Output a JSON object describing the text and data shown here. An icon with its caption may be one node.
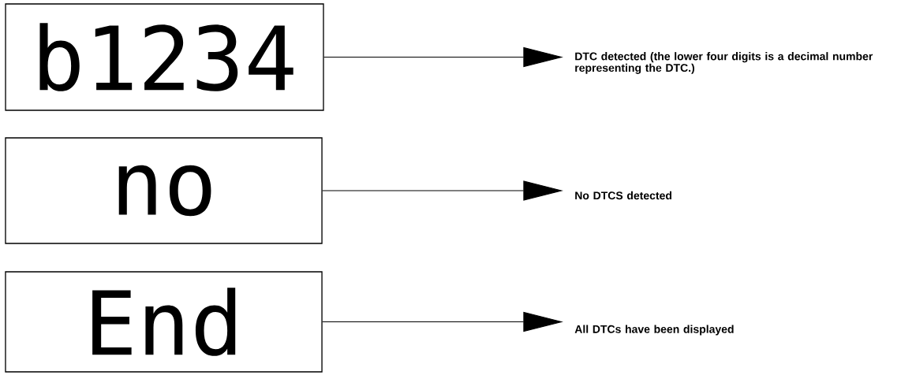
{
  "diagram": {
    "nodes": [
      {
        "text": [
          "b1234"
        ]
      },
      {
        "text": [
          "no"
        ]
      },
      {
        "text": [
          "End"
        ]
      },
      {
        "text": [
          "DTC detected (the lower four digits is a decimal number representing the DTC.)"
        ]
      },
      {
        "text": [
          "No DTCS detected"
        ]
      },
      {
        "text": [
          "All DTCs have been displayed"
        ]
      }
    ],
    "edges": [
      {
        "from": 0,
        "to": 3,
        "arrow": "to"
      },
      {
        "from": 1,
        "to": 4,
        "arrow": "to"
      },
      {
        "from": 2,
        "to": 5,
        "arrow": "to"
      }
    ]
  }
}
